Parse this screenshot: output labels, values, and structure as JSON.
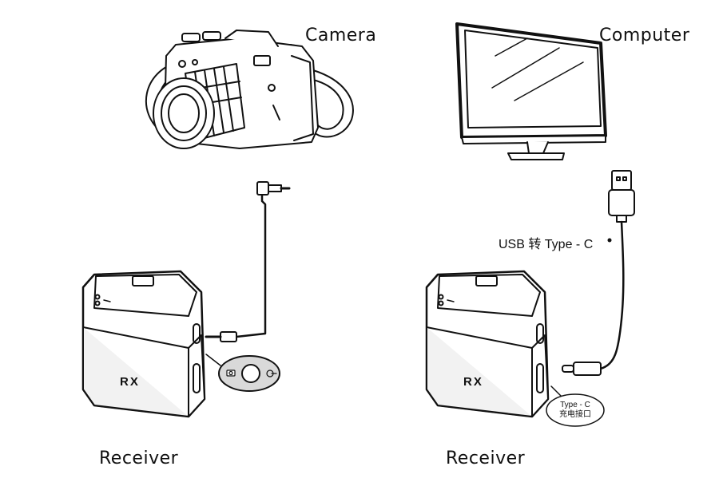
{
  "labels": {
    "camera": "Camera",
    "computer": "Computer",
    "receiver_left": "Receiver",
    "receiver_right": "Receiver",
    "usb_cable": "USB 转 Type - C",
    "rx_left": "RX",
    "rx_right": "RX",
    "typec_port_line1": "Type - C",
    "typec_port_line2": "充电接口"
  },
  "colors": {
    "stroke": "#111111",
    "fill": "#ffffff",
    "body_gray": "#f2f2f2",
    "bubble_gray": "#d9d9d9"
  },
  "icons": [
    "camera-port-icon",
    "headphone-port-icon"
  ]
}
